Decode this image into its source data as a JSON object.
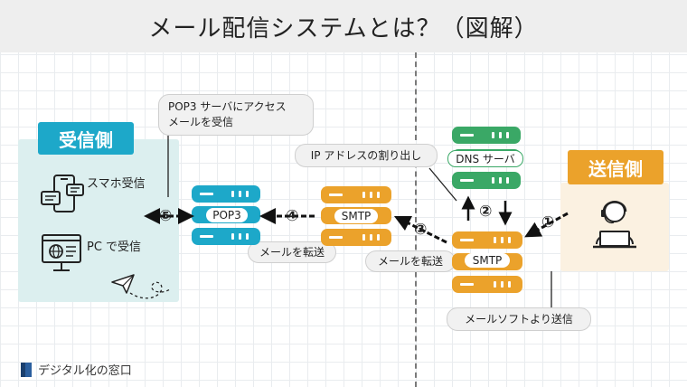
{
  "title": "メール配信システムとは？（図解）",
  "receiver": {
    "badge": "受信側",
    "smartphone_label": "スマホ受信",
    "pc_label": "PC で受信"
  },
  "sender": {
    "badge": "送信側"
  },
  "servers": {
    "pop3": "POP3",
    "smtp_relay": "SMTP",
    "smtp_send": "SMTP",
    "dns": "DNS サーバ"
  },
  "callouts": {
    "pop3_access_line1": "POP3 サーバにアクセス",
    "pop3_access_line2": "メールを受信",
    "ip_lookup": "IP アドレスの割り出し",
    "forward_1": "メールを転送",
    "forward_2": "メールを転送",
    "send_from_software": "メールソフトより送信"
  },
  "steps": {
    "s1": "①",
    "s2": "②",
    "s3": "③",
    "s4": "④",
    "s5": "⑤"
  },
  "logo_text": "デジタル化の窓口",
  "colors": {
    "teal": "#1da8c9",
    "orange": "#eba22b",
    "green": "#3aa866",
    "recv_panel": "#dcefef",
    "send_panel": "#fbf1e1"
  }
}
